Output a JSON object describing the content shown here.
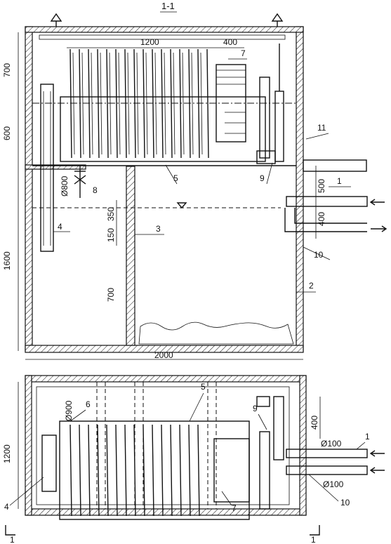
{
  "section_title": "1-1",
  "section_marks": [
    "1",
    "1"
  ],
  "dimensions": {
    "top_disc_width": "1200",
    "top_right_width": "400",
    "height_700_top": "700",
    "height_600": "600",
    "height_1600": "1600",
    "height_500": "500",
    "height_400_right": "400",
    "height_150": "150",
    "height_350": "350",
    "height_700_lower": "700",
    "total_width": "2000",
    "plan_height_1200": "1200",
    "plan_dim_400": "400"
  },
  "diameters": {
    "d800": "Ø800",
    "d900": "Ø900",
    "d100_top": "Ø100",
    "d100_bottom": "Ø100"
  },
  "callouts": {
    "n1a": "1",
    "n2": "2",
    "n3": "3",
    "n4a": "4",
    "n5a": "5",
    "n7a": "7",
    "n8": "8",
    "n9a": "9",
    "n10a": "10",
    "n11": "11",
    "n1b": "1",
    "n4b": "4",
    "n5b": "5",
    "n6": "6",
    "n7b": "7",
    "n9b": "9",
    "n10b": "10"
  },
  "colors": {
    "ink": "#111111",
    "paper": "#ffffff"
  }
}
